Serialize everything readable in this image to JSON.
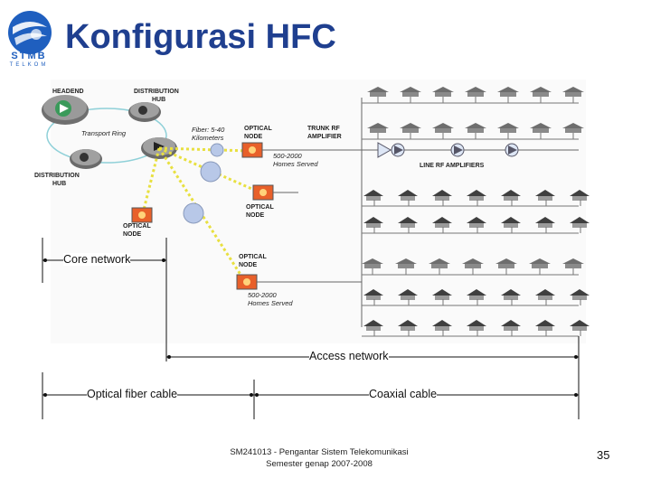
{
  "slide": {
    "title": "Konfigurasi HFC",
    "page_number": "35",
    "footer_line1": "SM241013 - Pengantar Sistem Telekomunikasi",
    "footer_line2": "Semester genap 2007-2008"
  },
  "logo": {
    "brand": "STMB",
    "sub": "TELKOM"
  },
  "diagram": {
    "headend": "HEADEND",
    "distribution_hub": "DISTRIBUTION HUB",
    "distribution_hub_l1": "DISTRIBUTION",
    "distribution_hub_l2": "HUB",
    "transport_ring": "Transport Ring",
    "fiber_l1": "Fiber: 5-40",
    "fiber_l2": "Kilometers",
    "optical_l1": "OPTICAL",
    "optical_l2": "NODE",
    "trunk_l1": "TRUNK RF",
    "trunk_l2": "AMPLIFIER",
    "homes_l1": "500-2000",
    "homes_l2": "Homes Served",
    "line_rf": "LINE RF AMPLIFIERS"
  },
  "spans": {
    "core_network": "Core network",
    "access_network": "Access network",
    "optical_fiber_cable": "Optical fiber cable",
    "coaxial_cable": "Coaxial cable"
  },
  "colors": {
    "title": "#1f3f8f",
    "fiber": "#e8e040",
    "node_fill": "#e8602a",
    "house_roof": "#707070"
  }
}
